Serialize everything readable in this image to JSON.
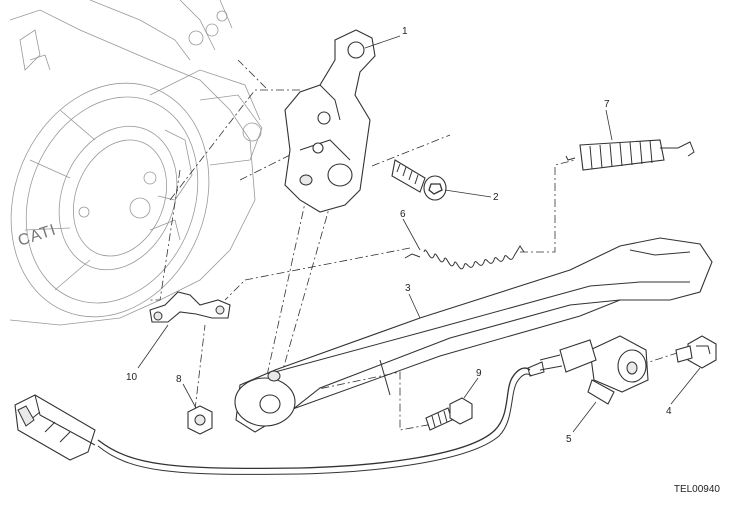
{
  "drawing_code": "TEL00940",
  "callouts": [
    {
      "id": "callout-1",
      "number": "1"
    },
    {
      "id": "callout-2",
      "number": "2"
    },
    {
      "id": "callout-3",
      "number": "3"
    },
    {
      "id": "callout-4",
      "number": "4"
    },
    {
      "id": "callout-5",
      "number": "5"
    },
    {
      "id": "callout-6",
      "number": "6"
    },
    {
      "id": "callout-7",
      "number": "7"
    },
    {
      "id": "callout-8",
      "number": "8"
    },
    {
      "id": "callout-9",
      "number": "9"
    },
    {
      "id": "callout-10",
      "number": "10"
    }
  ],
  "engine_cover_lettering": "CATI"
}
